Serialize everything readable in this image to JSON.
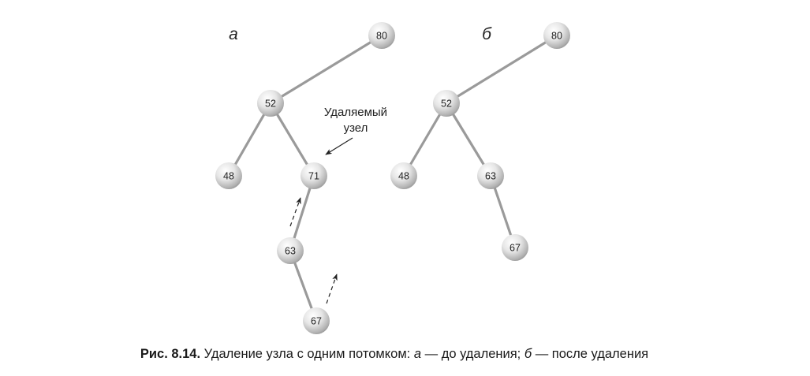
{
  "panels": [
    {
      "label": "а",
      "nodes": [
        {
          "id": "80",
          "label": "80"
        },
        {
          "id": "52",
          "label": "52"
        },
        {
          "id": "48",
          "label": "48"
        },
        {
          "id": "71",
          "label": "71"
        },
        {
          "id": "63",
          "label": "63"
        },
        {
          "id": "67",
          "label": "67"
        }
      ],
      "edges": [
        [
          "80",
          "52"
        ],
        [
          "52",
          "48"
        ],
        [
          "52",
          "71"
        ],
        [
          "71",
          "63"
        ],
        [
          "63",
          "67"
        ]
      ]
    },
    {
      "label": "б",
      "nodes": [
        {
          "id": "80",
          "label": "80"
        },
        {
          "id": "52",
          "label": "52"
        },
        {
          "id": "48",
          "label": "48"
        },
        {
          "id": "63",
          "label": "63"
        },
        {
          "id": "67",
          "label": "67"
        }
      ],
      "edges": [
        [
          "80",
          "52"
        ],
        [
          "52",
          "48"
        ],
        [
          "52",
          "63"
        ],
        [
          "63",
          "67"
        ]
      ]
    }
  ],
  "annotation": {
    "line1": "Удаляемый",
    "line2": "узел"
  },
  "caption": {
    "prefix": "Рис. 8.14.",
    "text1": " Удаление узла с одним потомком: ",
    "a": "а",
    "text2": " — до удаления; ",
    "b": "б",
    "text3": " — после удаления"
  },
  "colors": {
    "edge": "#9a9a9a",
    "node_light": "#ffffff",
    "node_dark": "#8e8e8e"
  }
}
